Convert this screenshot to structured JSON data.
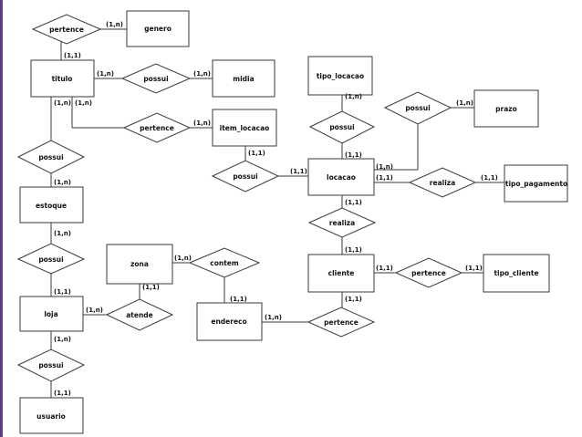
{
  "entities": {
    "genero": "genero",
    "titulo": "titulo",
    "midia": "midia",
    "item_locacao": "item_locacao",
    "tipo_locacao": "tipo_locacao",
    "prazo": "prazo",
    "locacao": "locacao",
    "tipo_pagamento": "tipo_pagamento",
    "estoque": "estoque",
    "zona": "zona",
    "cliente": "cliente",
    "tipo_cliente": "tipo_cliente",
    "loja": "loja",
    "endereco": "endereco",
    "usuario": "usuario"
  },
  "relationships": {
    "pertence_genero": "pertence",
    "possui_midia": "possui",
    "pertence_item": "pertence",
    "possui_tipo_locacao": "possui",
    "possui_prazo": "possui",
    "possui_estoque": "possui",
    "possui_item": "possui",
    "realiza_pagamento": "realiza",
    "realiza_cliente": "realiza",
    "possui_loja": "possui",
    "contem": "contem",
    "pertence_tipo_cliente": "pertence",
    "atende": "atende",
    "pertence_endereco": "pertence",
    "possui_usuario": "possui"
  },
  "cardinalities": {
    "c1": "(1,n)",
    "c2": "(1,1)",
    "c3": "(1,n)",
    "c4": "(1,n)",
    "c5": "(1,n)",
    "c6": "(1,n)",
    "c7": "(1,n)",
    "c8": "(1,n)",
    "c9": "(1,n)",
    "c10": "(1,n)",
    "c11": "(1,1)",
    "c12": "(1,1)",
    "c13": "(1,1)",
    "c14": "(1,1)",
    "c15": "(1,1)",
    "c16": "(1,1)",
    "c17": "(1,n)",
    "c18": "(1,n)",
    "c19": "(1,1)",
    "c20": "(1,n)",
    "c21": "(1,1)",
    "c22": "(1,1)",
    "c23": "(1,1)",
    "c24": "(1,1)",
    "c25": "(1,1)",
    "c26": "(1,n)",
    "c27": "(1,n)",
    "c28": "(1,n)",
    "c29": "(1,1)"
  }
}
